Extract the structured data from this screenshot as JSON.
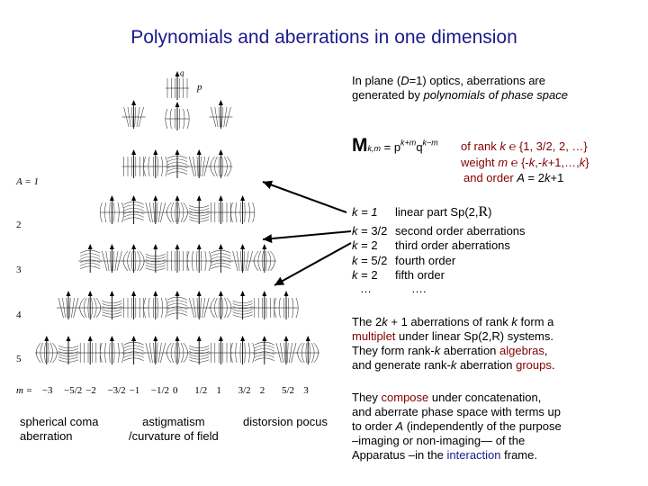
{
  "title": "Polynomials and aberrations in one dimension",
  "intro": {
    "line1_a": "In plane (",
    "line1_D": "D",
    "line1_b": "=1) optics, aberrations are",
    "line2_a": "generated by ",
    "line2_b": "polynomials of phase space"
  },
  "formula": {
    "M": "M",
    "sub": "k,m",
    "eq": " = p",
    "sup1": "k+m",
    "q": "q",
    "sup2": "k−m",
    "rank_a": "of rank ",
    "rank_k": "k",
    "rank_b": " ℮ {1, 3/2, 2, …}",
    "weight_a": "weight ",
    "weight_m": "m",
    "weight_b": " ℮ {-",
    "weight_k1": "k",
    "weight_c": ",-",
    "weight_k2": "k",
    "weight_d": "+1,…,",
    "weight_k3": "k",
    "weight_e": "}",
    "order_a": "and order   ",
    "order_A": "A",
    "order_b": " = 2",
    "order_k": "k",
    "order_c": "+1"
  },
  "ranks": [
    {
      "k": "1",
      "desc": "linear part  Sp(2,",
      "R": "R",
      "close": ")"
    },
    {
      "k": "3/2",
      "desc": "second order aberrations"
    },
    {
      "k": "2",
      "desc": "third order aberrations"
    },
    {
      "k": "5/2",
      "desc": "fourth order"
    },
    {
      "k": "2",
      "desc": "fifth order"
    },
    {
      "k": "…",
      "desc": "…."
    }
  ],
  "multiplet": {
    "l1_a": "The 2",
    "l1_k": "k",
    "l1_b": " + 1 aberrations of rank ",
    "l1_k2": "k",
    "l1_c": " form a",
    "l2_a": "multiplet",
    "l2_b": " under linear Sp(2,R) systems.",
    "l3_a": "They form rank-",
    "l3_k": "k",
    "l3_b": " aberration ",
    "l3_c": "algebras",
    "l3_d": ",",
    "l4_a": "and generate rank-",
    "l4_k": "k",
    "l4_b": " aberration ",
    "l4_c": "groups",
    "l4_d": "."
  },
  "compose": {
    "l1_a": "They ",
    "l1_b": "compose",
    "l1_c": " under concatenation,",
    "l2": "and aberrate phase space with terms up",
    "l3_a": "to order  ",
    "l3_A": "A",
    "l3_b": "  (independently of the purpose",
    "l4": "–imaging or non-imaging— of the",
    "l5_a": "Apparatus  –in the ",
    "l5_b": "interaction",
    "l5_c": " frame."
  },
  "diagram": {
    "axis_q": "q",
    "axis_p": "p",
    "row_labels": [
      "A = 1",
      "2",
      "3",
      "4",
      "5"
    ],
    "m_label": "m =",
    "m_values": [
      "3",
      "5/2",
      "2",
      "3/2",
      "1",
      "1/2",
      "0",
      "−1/2",
      "−1",
      "−3/2",
      "−2",
      "−5/2",
      "−3"
    ]
  },
  "captions": {
    "spherical_1": "spherical  coma",
    "spherical_2": "aberration",
    "astig_1": "astigmatism",
    "astig_2": "/curvature of field",
    "distorsion": "distorsion  pocus"
  },
  "colors": {
    "title": "#1a1a8c",
    "accent": "#800000",
    "blue": "#1a1a8c"
  }
}
